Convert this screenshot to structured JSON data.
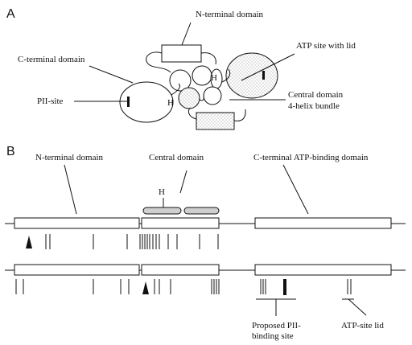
{
  "panel_a": {
    "letter": "A",
    "labels": {
      "n_terminal": "N-terminal domain",
      "c_terminal": "C-terminal domain",
      "atp_site": "ATP site with lid",
      "pii_site": "PII-site",
      "central_line1": "Central domain",
      "central_line2": "4-helix bundle",
      "h_upper": "H",
      "h_lower": "H"
    }
  },
  "panel_b": {
    "letter": "B",
    "labels": {
      "n_terminal": "N-terminal domain",
      "central": "Central domain",
      "c_terminal": "C-terminal ATP-binding domain",
      "h": "H",
      "pii_line1": "Proposed PII-",
      "pii_line2": "binding site",
      "atp_lid": "ATP-site lid"
    }
  },
  "colors": {
    "stroke": "#111111",
    "stipple": "#9a9a9a",
    "helix_fill": "#cfcfcf"
  }
}
